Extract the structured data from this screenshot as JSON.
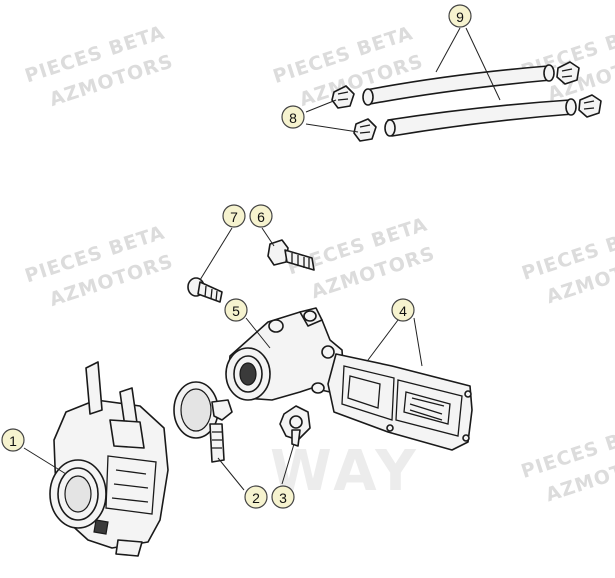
{
  "watermark": {
    "line1": "PIECES BETA",
    "line2": "AZMOTORS",
    "center_text": "WAY"
  },
  "callouts": [
    {
      "id": "callout-1",
      "label": "1"
    },
    {
      "id": "callout-2",
      "label": "2"
    },
    {
      "id": "callout-3",
      "label": "3"
    },
    {
      "id": "callout-4",
      "label": "4"
    },
    {
      "id": "callout-5",
      "label": "5"
    },
    {
      "id": "callout-6",
      "label": "6"
    },
    {
      "id": "callout-7",
      "label": "7"
    },
    {
      "id": "callout-8",
      "label": "8"
    },
    {
      "id": "callout-9",
      "label": "9"
    }
  ]
}
